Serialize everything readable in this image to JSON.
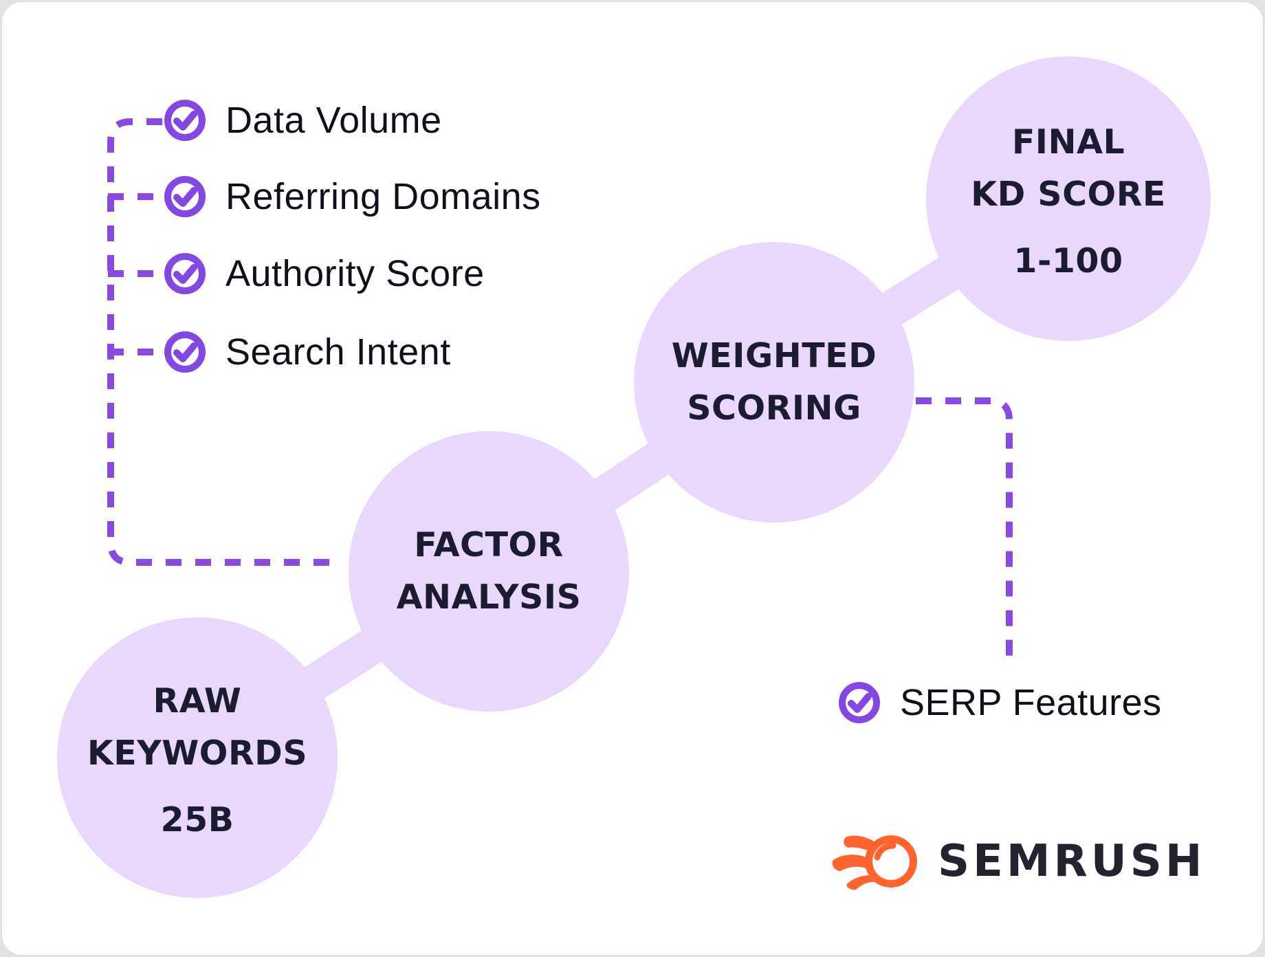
{
  "diagram": {
    "description": "Semrush keyword difficulty score calculation flow",
    "nodes": [
      {
        "id": "raw-keywords",
        "title_lines": [
          "RAW",
          "KEYWORDS"
        ],
        "value": "25B"
      },
      {
        "id": "factor-analysis",
        "title_lines": [
          "FACTOR",
          "ANALYSIS"
        ],
        "value": ""
      },
      {
        "id": "weighted-scoring",
        "title_lines": [
          "WEIGHTED",
          "SCORING"
        ],
        "value": ""
      },
      {
        "id": "final-kd-score",
        "title_lines": [
          "FINAL",
          "KD SCORE"
        ],
        "value": "1-100"
      }
    ],
    "factor_inputs": [
      {
        "label": "Data Volume"
      },
      {
        "label": "Referring Domains"
      },
      {
        "label": "Authority Score"
      },
      {
        "label": "Search Intent"
      }
    ],
    "scoring_inputs": [
      {
        "label": "SERP Features"
      }
    ]
  },
  "logo": {
    "brand": "SEMRUSH"
  },
  "colors": {
    "accent_purple": "#8A49E0",
    "icon_purple": "#8448E2",
    "node_fill": "#E9D8FB",
    "dark_text": "#1C1C30",
    "list_text": "#10101A",
    "logo_orange": "#FF642D",
    "logo_text": "#23232F",
    "card_background": "#FFFFFF",
    "page_background": "#E2E2E7"
  }
}
